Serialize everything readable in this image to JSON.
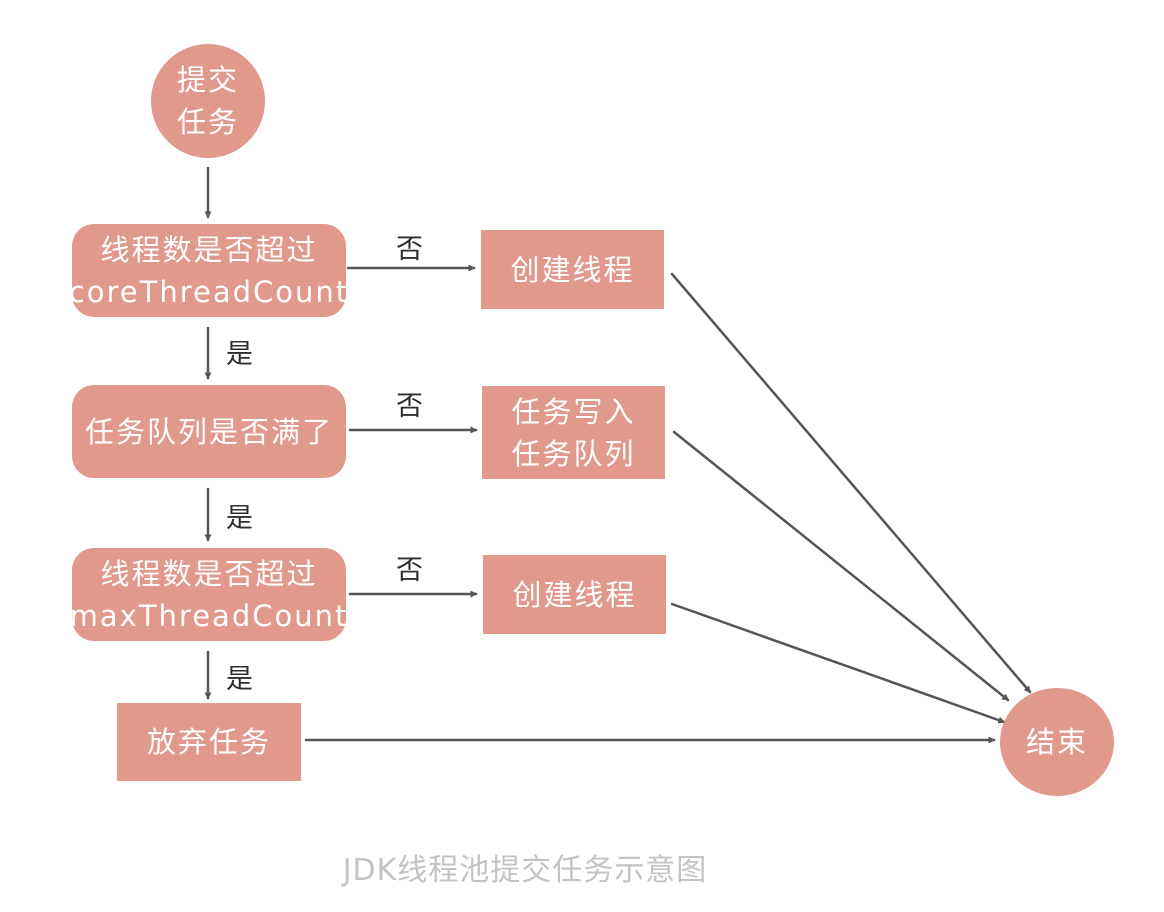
{
  "nodes": {
    "start": "提交\n任务",
    "check_core": "线程数是否超过\ncoreThreadCount",
    "check_queue": "任务队列是否满了",
    "check_max": "线程数是否超过\nmaxThreadCount",
    "reject": "放弃任务",
    "create_thread_1": "创建线程",
    "write_queue": "任务写入\n任务队列",
    "create_thread_2": "创建线程",
    "end": "结束"
  },
  "edge_labels": {
    "no": "否",
    "yes": "是"
  },
  "caption": "JDK线程池提交任务示意图",
  "colors": {
    "node_fill": "#e0998a",
    "node_text": "#ffffff",
    "arrow": "#555555",
    "caption": "#c3c3c3"
  }
}
